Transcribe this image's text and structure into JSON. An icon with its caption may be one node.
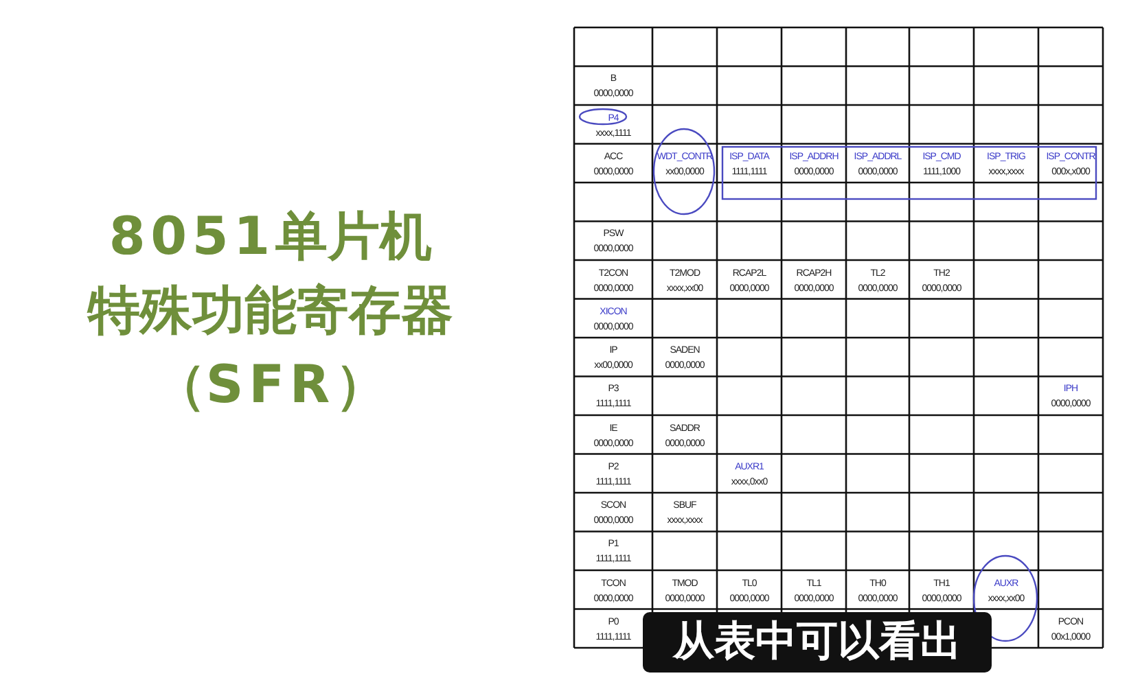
{
  "diagram": {
    "title": "8051单片机特殊功能寄存器（SFR）",
    "labels": [
      "B 0000,0000",
      "P4 xxxx,1111",
      "ACC 0000,0000",
      "WDT_CONTR xx00,0000",
      "ISP_DATA 1111,1111",
      "ISP_ADDRH 0000,0000",
      "ISP_ADDRL 0000,0000",
      "ISP_CMD 1111,1000",
      "ISP_TRIG xxxx,xxxx",
      "ISP_CONTR 000x,x000",
      "PSW 0000,0000",
      "T2CON 0000,0000",
      "T2MOD xxxx,xx00",
      "RCAP2L 0000,0000",
      "RCAP2H 0000,0000",
      "TL2 0000,0000",
      "TH2 0000,0000",
      "XICON 0000,0000",
      "IP xx00,0000",
      "SADEN 0000,0000",
      "P3 1111,1111",
      "IPH 0000,0000",
      "IE 0000,0000",
      "SADDR 0000,0000",
      "P2 1111,1111",
      "AUXR1 xxxx,0xx0",
      "SCON 0000,0000",
      "SBUF xxxx,xxxx",
      "P1 1111,1111",
      "TCON 0000,0000",
      "TMOD 0000,0000",
      "TL0 0000,0000",
      "TL1 0000,0000",
      "TH0 0000,0000",
      "TH1 0000,0000",
      "AUXR xxxx,xx00",
      "P0 1111,1111",
      "PCON 00x1,0000",
      "从表中可以看出"
    ]
  }
}
